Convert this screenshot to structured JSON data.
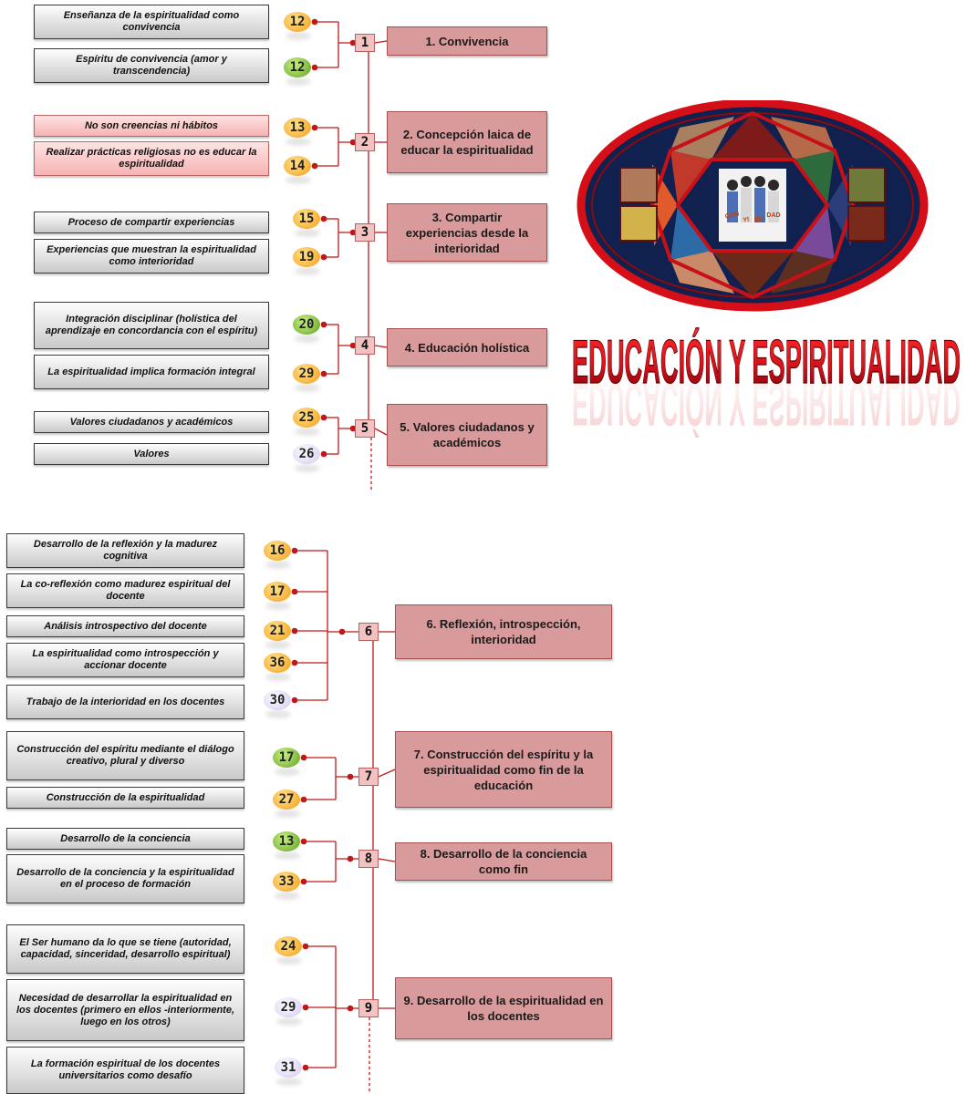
{
  "logo": {
    "title": "EDUCACIÓN Y ESPIRITUALIDAD",
    "banner_words": [
      "CON",
      "YI",
      "EPI",
      "DAD"
    ]
  },
  "colors": {
    "category_fill": "#d89a9a",
    "number_fill": "#f2c2c2",
    "connector": "#c01818",
    "badge_orange": "#f5a01a",
    "badge_green": "#5fa422",
    "badge_purple": "#d8ccf2",
    "logo_ring_red": "#d40f17",
    "logo_navy": "#10204f"
  },
  "groups": [
    {
      "number": "1",
      "label": "1. Convivencia",
      "items": [
        {
          "text": "Enseñanza de la espiritualidad como convivencia",
          "count": "12",
          "color": "orange",
          "icon": "orange-badge-icon"
        },
        {
          "text": "Espíritu de convivencia (amor y transcendencia)",
          "count": "12",
          "color": "green",
          "icon": "green-badge-icon"
        }
      ]
    },
    {
      "number": "2",
      "label": "2. Concepción laica de educar la espiritualidad",
      "items": [
        {
          "text": "No son creencias ni hábitos",
          "count": "13",
          "color": "orange",
          "icon": "orange-badge-icon"
        },
        {
          "text": "Realizar prácticas religiosas no es educar la espiritualidad",
          "count": "14",
          "color": "orange",
          "icon": "orange-badge-icon"
        }
      ]
    },
    {
      "number": "3",
      "label": "3. Compartir experiencias desde la interioridad",
      "items": [
        {
          "text": "Proceso de compartir experiencias",
          "count": "15",
          "color": "orange",
          "icon": "orange-badge-icon"
        },
        {
          "text": "Experiencias que muestran la espiritualidad como interioridad",
          "count": "19",
          "color": "orange",
          "icon": "orange-badge-icon"
        }
      ]
    },
    {
      "number": "4",
      "label": "4. Educación holística",
      "items": [
        {
          "text": "Integración disciplinar (holística del aprendizaje en concordancia con el espíritu)",
          "count": "20",
          "color": "green",
          "icon": "green-badge-icon"
        },
        {
          "text": "La espiritualidad implica formación integral",
          "count": "29",
          "color": "orange",
          "icon": "orange-badge-icon"
        }
      ]
    },
    {
      "number": "5",
      "label": "5. Valores ciudadanos y académicos",
      "items": [
        {
          "text": "Valores ciudadanos y académicos",
          "count": "25",
          "color": "orange",
          "icon": "orange-badge-icon"
        },
        {
          "text": "Valores",
          "count": "26",
          "color": "purple",
          "icon": "purple-badge-icon"
        }
      ]
    },
    {
      "number": "6",
      "label": "6. Reflexión, introspección, interioridad",
      "items": [
        {
          "text": "Desarrollo de la reflexión y la madurez cognitiva",
          "count": "16",
          "color": "orange",
          "icon": "orange-badge-icon"
        },
        {
          "text": "La co-reflexión como madurez espiritual del docente",
          "count": "17",
          "color": "orange",
          "icon": "orange-badge-icon"
        },
        {
          "text": "Análisis introspectivo del docente",
          "count": "21",
          "color": "orange",
          "icon": "orange-badge-icon"
        },
        {
          "text": "La espiritualidad como introspección y accionar docente",
          "count": "36",
          "color": "orange",
          "icon": "orange-badge-icon"
        },
        {
          "text": "Trabajo de la interioridad en los docentes",
          "count": "30",
          "color": "purple",
          "icon": "purple-badge-icon"
        }
      ]
    },
    {
      "number": "7",
      "label": "7. Construcción del espíritu y la espiritualidad como fin de la educación",
      "items": [
        {
          "text": "Construcción del espíritu mediante el diálogo creativo, plural y diverso",
          "count": "17",
          "color": "green",
          "icon": "green-badge-icon"
        },
        {
          "text": "Construcción de la espiritualidad",
          "count": "27",
          "color": "orange",
          "icon": "orange-badge-icon"
        }
      ]
    },
    {
      "number": "8",
      "label": "8. Desarrollo de la conciencia como fin",
      "items": [
        {
          "text": "Desarrollo de la conciencia",
          "count": "13",
          "color": "green",
          "icon": "green-badge-icon"
        },
        {
          "text": "Desarrollo de la conciencia y la espiritualidad en el proceso de formación",
          "count": "33",
          "color": "orange",
          "icon": "orange-badge-icon"
        }
      ]
    },
    {
      "number": "9",
      "label": "9. Desarrollo de la espiritualidad en los docentes",
      "items": [
        {
          "text": "El Ser humano da lo que se tiene (autoridad, capacidad, sinceridad, desarrollo espiritual)",
          "count": "24",
          "color": "orange",
          "icon": "orange-badge-icon"
        },
        {
          "text": "Necesidad de desarrollar la espiritualidad en los docentes (primero en ellos -interiormente, luego en los otros)",
          "count": "29",
          "color": "purple",
          "icon": "purple-badge-icon"
        },
        {
          "text": "La formación espiritual de los docentes universitarios como desafío",
          "count": "31",
          "color": "purple",
          "icon": "purple-badge-icon"
        }
      ]
    }
  ]
}
